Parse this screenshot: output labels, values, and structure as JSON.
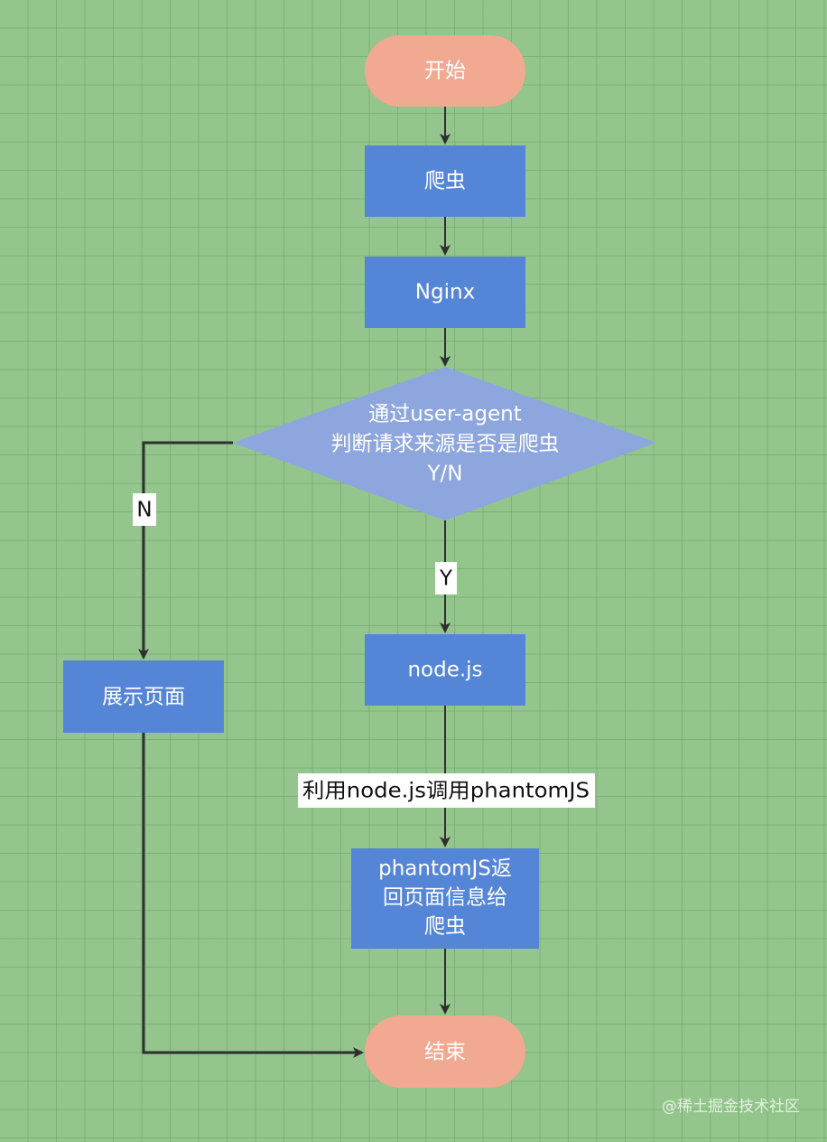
{
  "nodes": {
    "start": "开始",
    "crawler": "爬虫",
    "nginx": "Nginx",
    "decision": [
      "通过user-agent",
      "判断请求来源是否是爬虫",
      "Y/N"
    ],
    "show_page": "展示页面",
    "nodejs": "node.js",
    "phantom": [
      "phantomJS返",
      "回页面信息给",
      "爬虫"
    ],
    "end": "结束"
  },
  "edges": {
    "no_label": "N",
    "yes_label": "Y",
    "call_label": "利用node.js调用phantomJS"
  },
  "watermark": "@稀土掘金技术社区",
  "colors": {
    "terminal": "#f1a991",
    "process": "#5585d6",
    "decision": "#8ea6de",
    "line": "#2f2f2f",
    "label_bg": "#ffffff"
  }
}
